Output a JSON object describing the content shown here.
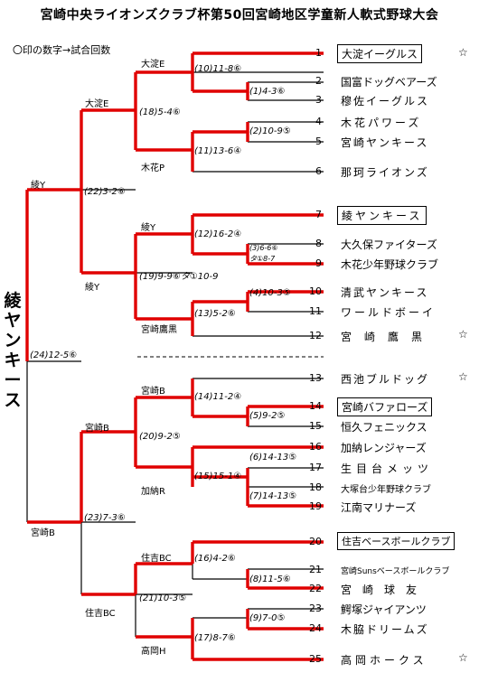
{
  "title": "宮崎中央ライオンズクラブ杯第50回宮崎地区学童新人軟式野球大会",
  "note": "〇印の数字→試合回数",
  "champion": "綾ヤンキース",
  "teams": [
    {
      "num": "1",
      "name": "大淀イーグルス",
      "boxed": true,
      "star": true
    },
    {
      "num": "2",
      "name": "国富ドッグベアーズ"
    },
    {
      "num": "3",
      "name": "穆佐イーグルス"
    },
    {
      "num": "4",
      "name": "木花パワーズ"
    },
    {
      "num": "5",
      "name": "宮崎ヤンキース"
    },
    {
      "num": "6",
      "name": "那珂ライオンズ"
    },
    {
      "num": "7",
      "name": "綾ヤンキース",
      "boxed": true
    },
    {
      "num": "8",
      "name": "大久保ファイターズ"
    },
    {
      "num": "9",
      "name": "木花少年野球クラブ"
    },
    {
      "num": "10",
      "name": "清武ヤンキース"
    },
    {
      "num": "11",
      "name": "ワールドボーイ"
    },
    {
      "num": "12",
      "name": "宮崎鷹黒",
      "star": true
    },
    {
      "num": "13",
      "name": "西池ブルドッグ",
      "star": true
    },
    {
      "num": "14",
      "name": "宮崎バファローズ",
      "boxed": true
    },
    {
      "num": "15",
      "name": "恒久フェニックス"
    },
    {
      "num": "16",
      "name": "加納レンジャーズ"
    },
    {
      "num": "17",
      "name": "生目台メッツ"
    },
    {
      "num": "18",
      "name": "大塚台少年野球クラブ"
    },
    {
      "num": "19",
      "name": "江南マリナーズ"
    },
    {
      "num": "20",
      "name": "住吉ベースボールクラブ",
      "boxed": true
    },
    {
      "num": "21",
      "name": "宮崎Sunsベースボールクラブ"
    },
    {
      "num": "22",
      "name": "宮崎球友"
    },
    {
      "num": "23",
      "name": "鰐塚ジャイアンツ"
    },
    {
      "num": "24",
      "name": "木脇ドリームズ"
    },
    {
      "num": "25",
      "name": "高岡ホークス",
      "star": true
    }
  ],
  "star_symbol": "☆",
  "scores": [
    "(10)11-8⑥",
    "(1)4-3⑥",
    "(18)5-4⑥",
    "(2)10-9⑤",
    "(11)13-6④",
    "(22)3-2⑥",
    "(12)16-2④",
    "(3)6-6⑥",
    "タ①8-7",
    "(19)9-9⑥タ①10-9",
    "(4)10-3⑤",
    "(13)5-2⑥",
    "(24)12-5⑥",
    "(14)11-2④",
    "(5)9-2⑤",
    "(20)9-2⑤",
    "(6)14-13⑤",
    "(15)15-1④",
    "(7)14-13⑤",
    "(23)7-3⑥",
    "(16)4-2⑥",
    "(8)11-5⑥",
    "(21)10-3⑤",
    "(9)7-0⑤",
    "(17)8-7⑥"
  ],
  "winners": [
    "大淀E",
    "大淀E",
    "木花P",
    "綾Y",
    "綾Y",
    "綾Y",
    "宮崎鷹黒",
    "宮崎B",
    "宮崎B",
    "加納R",
    "宮崎B",
    "住吉BC",
    "住吉BC",
    "高岡H"
  ]
}
